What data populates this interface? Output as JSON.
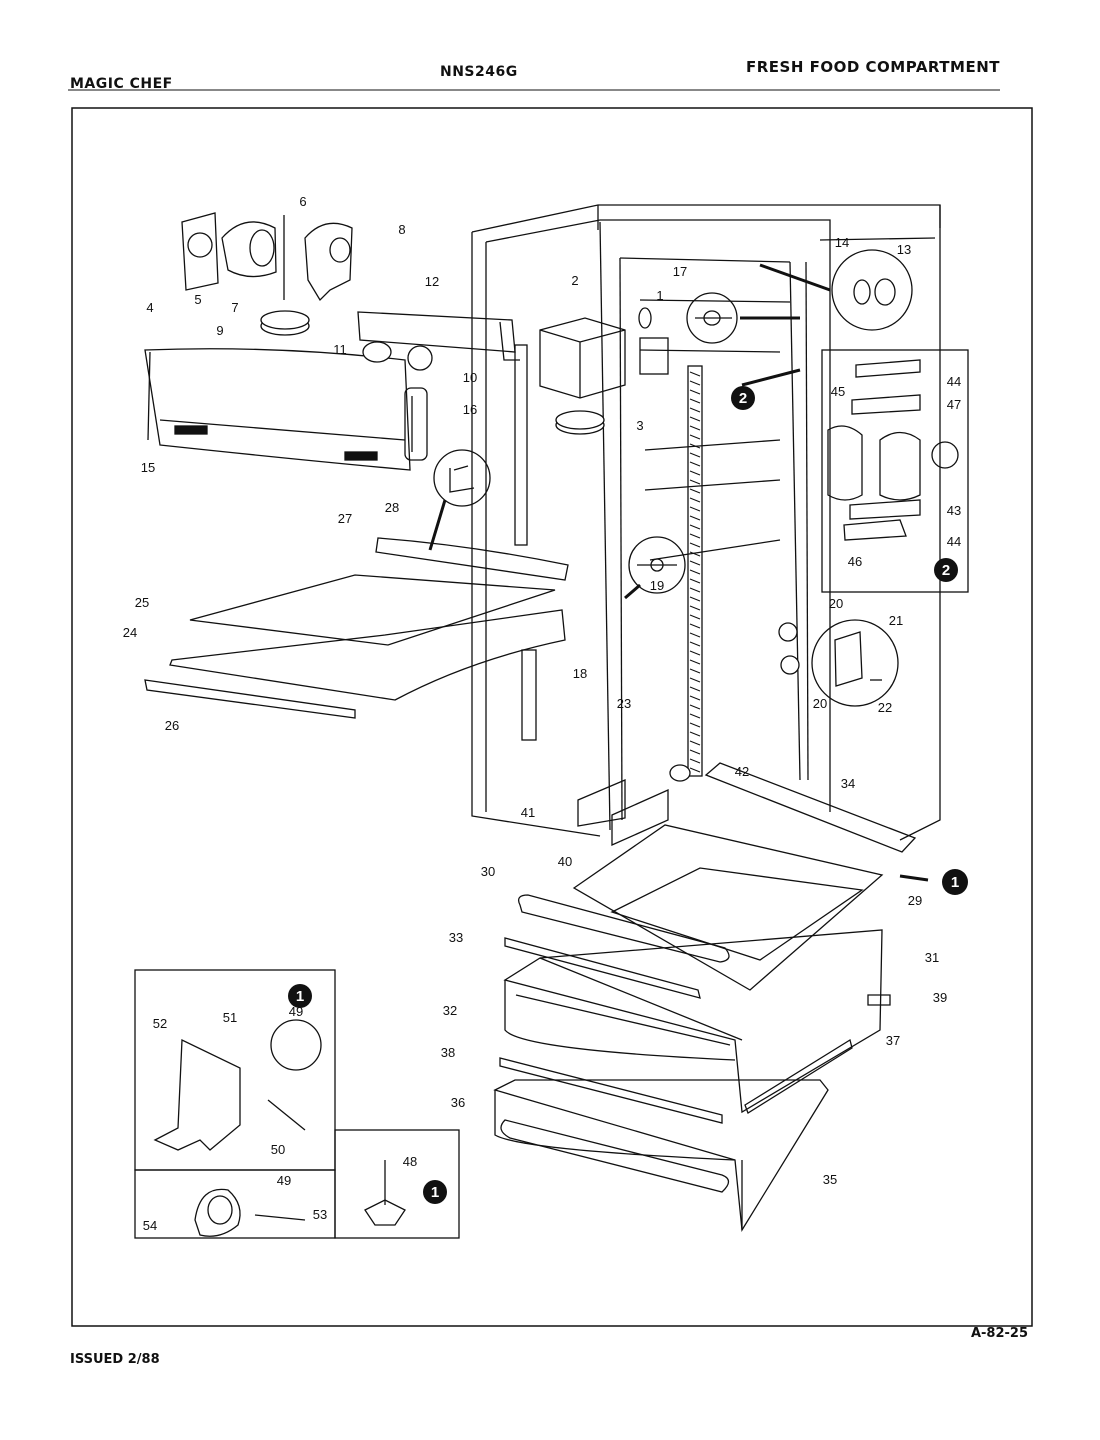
{
  "header": {
    "brand": "MAGIC CHEF",
    "model": "NNS246G",
    "section": "FRESH FOOD COMPARTMENT"
  },
  "footer": {
    "issued": "ISSUED 2/88",
    "page_code": "A-82-25"
  },
  "callouts": {
    "main": [
      "1",
      "2",
      "3",
      "4",
      "5",
      "6",
      "7",
      "8",
      "9",
      "10",
      "11",
      "12",
      "15",
      "16",
      "17",
      "18",
      "19",
      "23",
      "24",
      "25",
      "26",
      "27",
      "28",
      "29",
      "30",
      "31",
      "32",
      "33",
      "34",
      "35",
      "36",
      "37",
      "38",
      "39",
      "40",
      "41",
      "42"
    ],
    "detail_13_14": [
      "13",
      "14"
    ],
    "detail_2": [
      "43",
      "44",
      "45",
      "46",
      "47"
    ],
    "detail_20_22": [
      "20",
      "21",
      "22"
    ],
    "detail_1_top": [
      "49",
      "50",
      "51",
      "52"
    ],
    "detail_1_bottom": [
      "49",
      "53",
      "54"
    ],
    "detail_48": [
      "48"
    ]
  },
  "badges": {
    "one": "1",
    "two": "2"
  }
}
